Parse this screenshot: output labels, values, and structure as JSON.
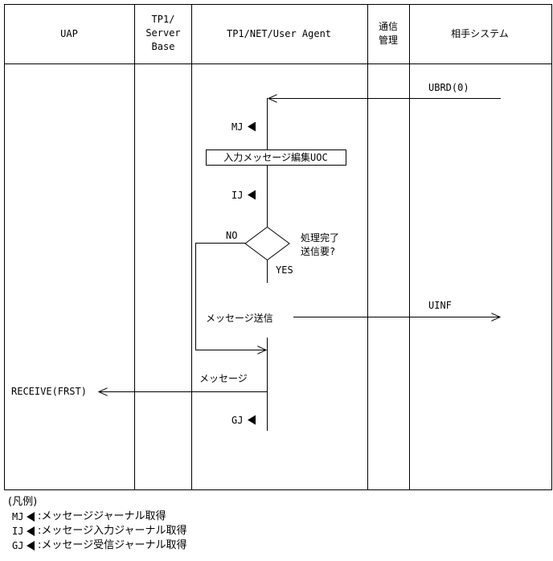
{
  "columns": {
    "uap": "UAP",
    "server_base": [
      "TP1/",
      "Server",
      "Base"
    ],
    "user_agent": "TP1/NET/User Agent",
    "comm": [
      "通信",
      "管理"
    ],
    "partner": "相手システム"
  },
  "flow": {
    "ubrd": "UBRD(0)",
    "mj": "MJ",
    "uoc_box": "入力メッセージ編集UOC",
    "ij": "IJ",
    "decision": [
      "処理完了",
      "送信要?"
    ],
    "no": "NO",
    "yes": "YES",
    "send_message": "メッセージ送信",
    "uinf": "UINF",
    "message": "メッセージ",
    "receive": "RECEIVE(FRST)",
    "gj": "GJ"
  },
  "legend": {
    "title": "(凡例)",
    "items": [
      {
        "code": "MJ",
        "text": ":メッセージジャーナル取得"
      },
      {
        "code": "IJ",
        "text": ":メッセージ入力ジャーナル取得"
      },
      {
        "code": "GJ",
        "text": ":メッセージ受信ジャーナル取得"
      }
    ]
  }
}
